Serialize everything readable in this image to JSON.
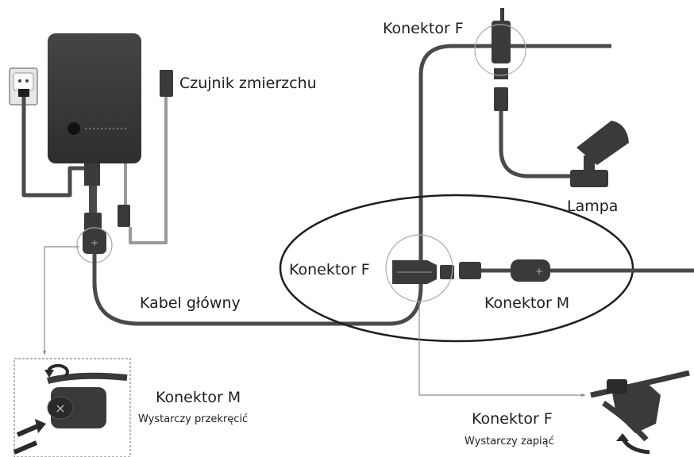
{
  "labels": {
    "dusk_sensor": "Czujnik zmierzchu",
    "connector_f_top": "Konektor F",
    "lamp": "Lampa",
    "connector_f_middle": "Konektor F",
    "connector_m_middle": "Konektor M",
    "main_cable": "Kabel główny",
    "connector_m_inset_title": "Konektor M",
    "connector_m_inset_note": "Wystarczy przekręcić",
    "connector_f_inset_title": "Konektor F",
    "connector_f_inset_note": "Wystarczy zapiąć"
  },
  "colors": {
    "cable": "#4a4a4a",
    "sensor_cable": "#9a9a9a",
    "device": "#3a3a3a",
    "leader_line": "#8c8c8c",
    "text": "#1e1e1e"
  }
}
